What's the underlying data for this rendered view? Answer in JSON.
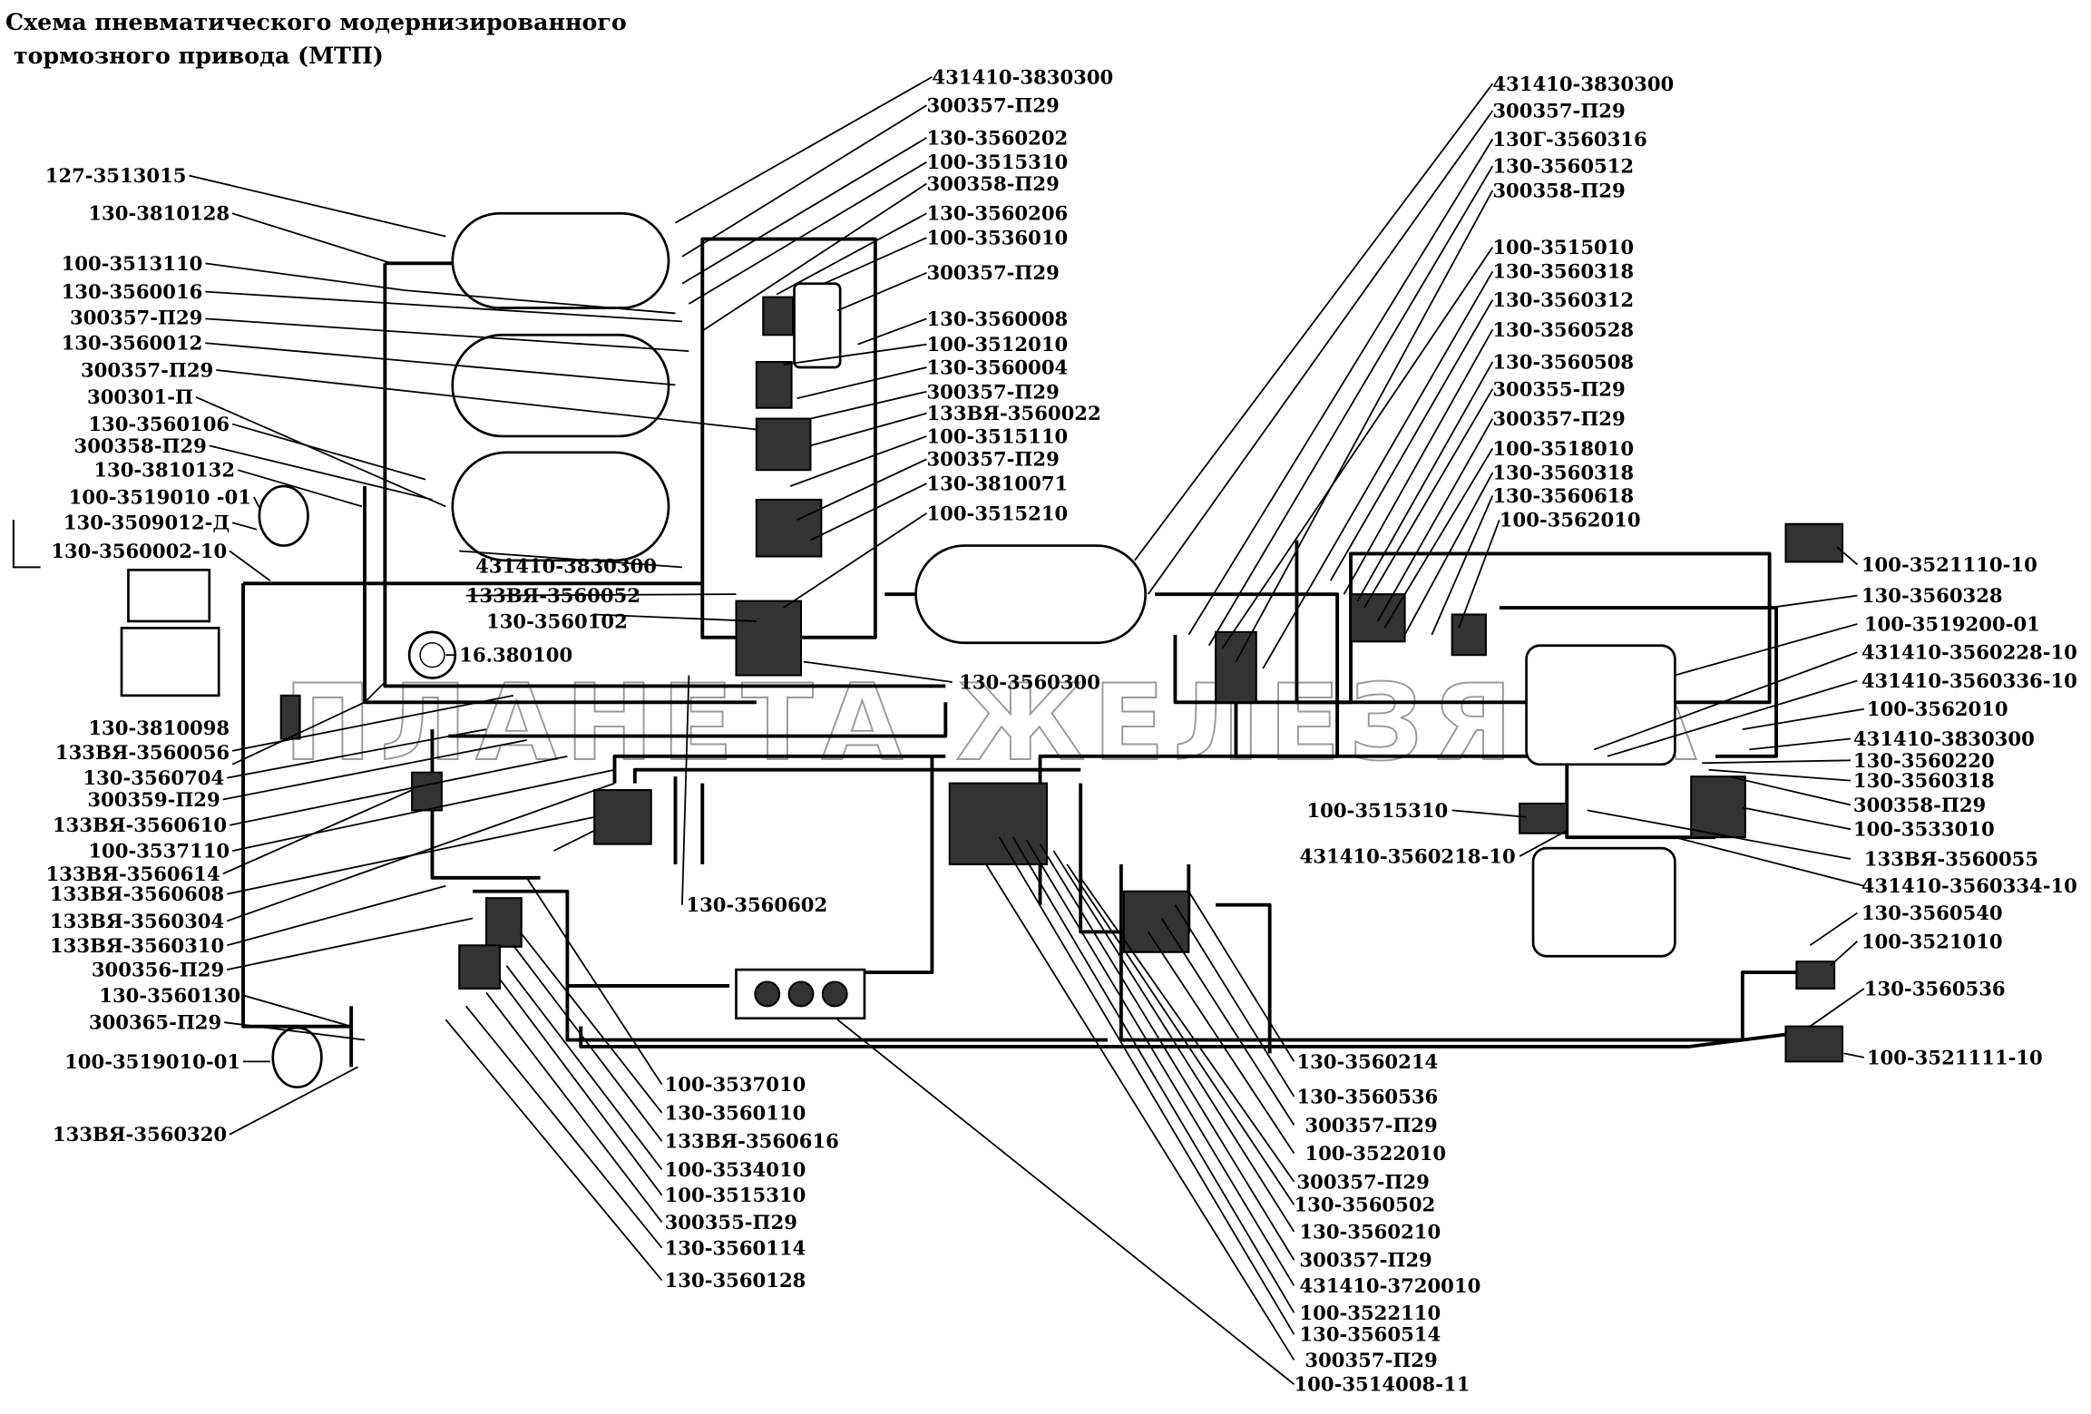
{
  "title": {
    "line1": "Схема пневматического модернизированного",
    "line2": "тормозного привода (МТП)"
  },
  "watermark": "ПЛАНЕТА ЖЕЛЕЗЯКА",
  "labels": {
    "l01": "127-3513015",
    "l02": "130-3810128",
    "l03": "100-3513110",
    "l04": "130-3560016",
    "l05": "300357-П29",
    "l06": "130-3560012",
    "l07": "300357-П29",
    "l08": "300301-П",
    "l09": "130-3560106",
    "l10": "300358-П29",
    "l11": "130-3810132",
    "l12": "100-3519010 -01",
    "l13": "130-3509012-Д",
    "l14": "130-3560002-10",
    "l15": "130-3810098",
    "l16": "133ВЯ-3560056",
    "l17": "130-3560704",
    "l18": "300359-П29",
    "l19": "133ВЯ-3560610",
    "l20": "100-3537110",
    "l21": "133ВЯ-3560614",
    "l22": "133ВЯ-3560608",
    "l23": "133ВЯ-3560304",
    "l24": "133ВЯ-3560310",
    "l25": "300356-П29",
    "l26": "130-3560130",
    "l27": "300365-П29",
    "l28": "100-3519010-01",
    "l29": "133ВЯ-3560320",
    "m01": "431410-3830300",
    "m02": "300357-П29",
    "m03": "130-3560202",
    "m04": "100-3515310",
    "m05": "300358-П29",
    "m06": "130-3560206",
    "m07": "100-3536010",
    "m08": "300357-П29",
    "m09": "130-3560008",
    "m10": "100-3512010",
    "m11": "130-3560004",
    "m12": "300357-П29",
    "m13": "133ВЯ-3560022",
    "m14": "100-3515110",
    "m15": "300357-П29",
    "m16": "130-3810071",
    "m17": "100-3515210",
    "m18": "431410-3830300",
    "m19": "133ВЯ-3560052",
    "m20": "130-3560102",
    "m21": "16.380100",
    "m22": "130-3560300",
    "m23": "130-3560602",
    "r01": "431410-3830300",
    "r02": "300357-П29",
    "r03": "130Г-3560316",
    "r04": "130-3560512",
    "r05": "300358-П29",
    "r06": "100-3515010",
    "r07": "130-3560318",
    "r08": "130-3560312",
    "r09": "130-3560528",
    "r10": "130-3560508",
    "r11": "300355-П29",
    "r12": "300357-П29",
    "r13": "100-3518010",
    "r14": "130-3560318",
    "r15": "130-3560618",
    "r16": "100-3562010",
    "e01": "100-3521110-10",
    "e02": "130-3560328",
    "e03": "100-3519200-01",
    "e04": "431410-3560228-10",
    "e05": "431410-3560336-10",
    "e06": "100-3562010",
    "e07": "431410-3830300",
    "e08": "130-3560220",
    "e09": "130-3560318",
    "e10": "300358-П29",
    "e11": "100-3533010",
    "e12": "133ВЯ-3560055",
    "e13": "431410-3560334-10",
    "e14": "130-3560540",
    "e15": "100-3521010",
    "e16": "130-3560536",
    "e17": "100-3521111-10",
    "e18": "100-3515310",
    "e19": "431410-3560218-10",
    "b01": "100-3537010",
    "b02": "130-3560110",
    "b03": "133ВЯ-3560616",
    "b04": "100-3534010",
    "b05": "100-3515310",
    "b06": "300355-П29",
    "b07": "130-3560114",
    "b08": "130-3560128",
    "c01": "130-3560214",
    "c02": "130-3560536",
    "c03": "300357-П29",
    "c04": "100-3522010",
    "c05": "300357-П29",
    "c06": "130-3560502",
    "c07": "130-3560210",
    "c08": "300357-П29",
    "c09": "431410-3720010",
    "c10": "100-3522110",
    "c11": "130-3560514",
    "c12": "300357-П29",
    "c13": "100-3514008-11"
  }
}
